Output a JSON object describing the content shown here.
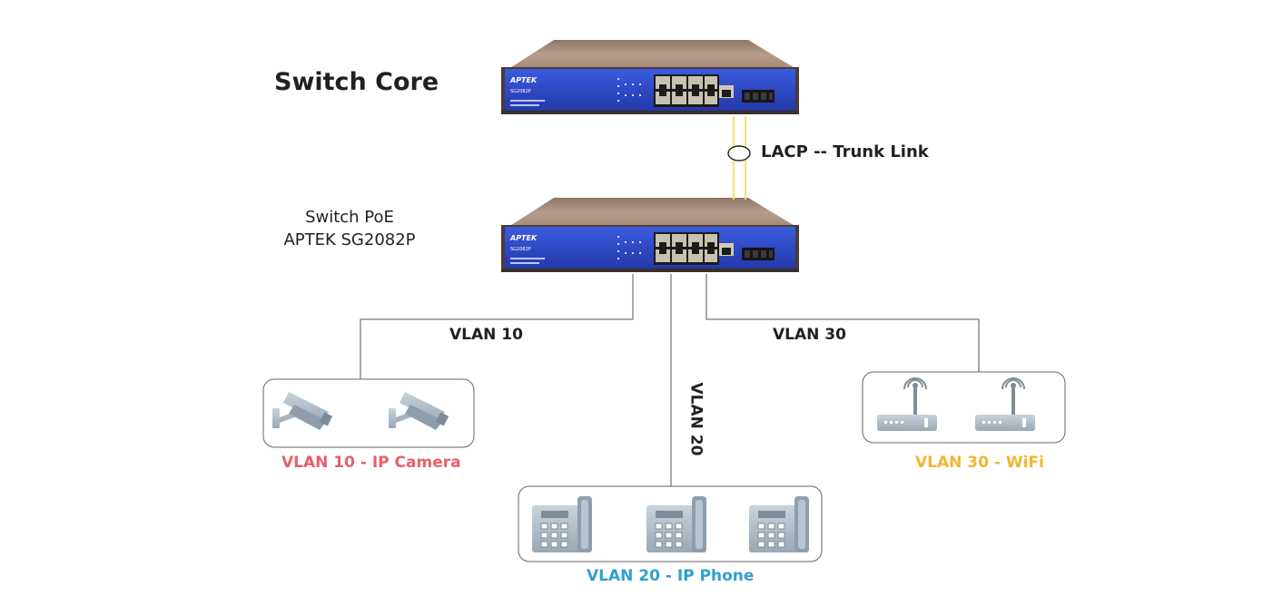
{
  "labels": {
    "switch_core": "Switch Core",
    "switch_poe_line1": "Switch PoE",
    "switch_poe_line2": "APTEK SG2082P",
    "lacp": "LACP -- Trunk Link",
    "vlan10": "VLAN 10",
    "vlan20": "VLAN 20",
    "vlan30": "VLAN 30"
  },
  "switch": {
    "brand": "APTEK",
    "model": "SG2082P"
  },
  "groups": {
    "camera": {
      "caption": "VLAN 10 - IP Camera",
      "color": "#e8606a",
      "icon": "cctv-camera-icon",
      "count": 2
    },
    "phone": {
      "caption": "VLAN 20 - IP Phone",
      "color": "#2f9fd0",
      "icon": "ip-phone-icon",
      "count": 3
    },
    "wifi": {
      "caption": "VLAN 30 - WiFi",
      "color": "#f2b630",
      "icon": "wifi-router-icon",
      "count": 2
    }
  },
  "colors": {
    "switch_front": "#2e4bd0",
    "switch_top": "#b59a8a",
    "trunk_link": "#f1e66e",
    "line": "#555555",
    "device": "#a7b4c0"
  }
}
